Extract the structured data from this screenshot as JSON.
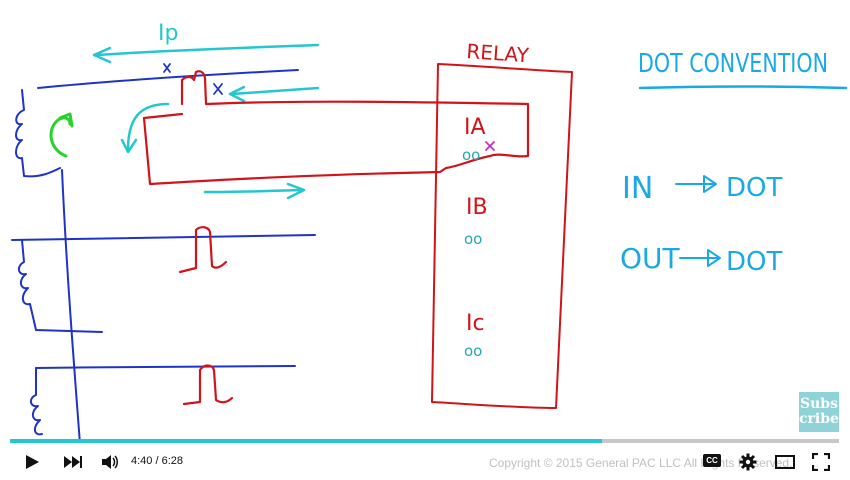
{
  "board": {
    "title": "DOT CONVENTION",
    "relay_label": "RELAY",
    "ip_label": "Ip",
    "ia_label": "IA",
    "ib_label": "IB",
    "ic_label": "Ic",
    "in_label": "IN",
    "in_dot": "DOT",
    "out_label": "OUT",
    "out_dot": "DOT",
    "dots": "oo",
    "colors": {
      "blue": "#1f34c4",
      "cyan": "#25c7cf",
      "red": "#d0141a",
      "green": "#27d22a",
      "title": "#1aa9e6",
      "magenta": "#c030c8"
    }
  },
  "subscribe": {
    "line1": "Subs",
    "line2": "cribe"
  },
  "player": {
    "progress": 0.7143,
    "time_label": "4:40 / 6:28",
    "copyright": "Copyright © 2015 General PAC LLC All Rights Reserved.",
    "cc_label": "CC",
    "icons": [
      "play-icon",
      "next-icon",
      "volume-icon",
      "cc-icon",
      "settings-icon",
      "theater-icon",
      "fullscreen-icon"
    ]
  }
}
